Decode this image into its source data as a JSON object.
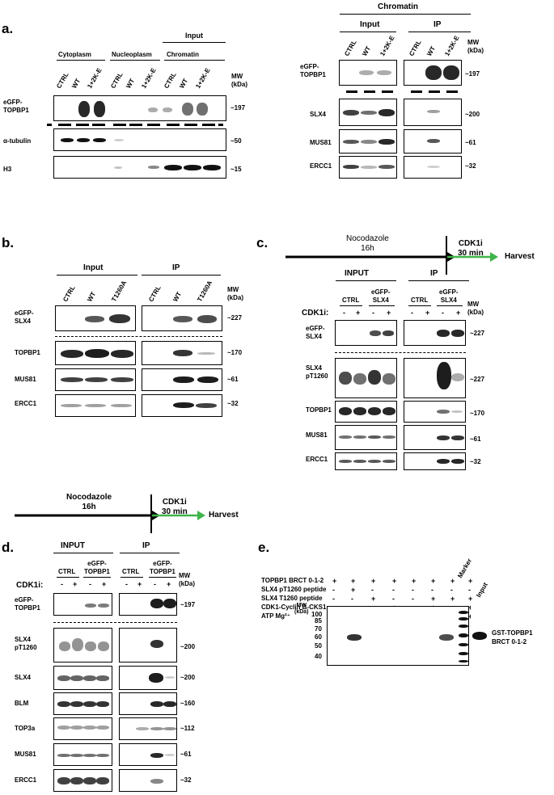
{
  "panels": [
    "a.",
    "b.",
    "c.",
    "d.",
    "e."
  ],
  "a_left": {
    "groups": [
      "Cytoplasm",
      "Nucleoplasm",
      "Chromatin"
    ],
    "input_header": "Input",
    "lanes": [
      "CTRL",
      "WT",
      "1+2K-E",
      "CTRL",
      "WT",
      "1+2K-E",
      "CTRL",
      "WT",
      "1+2K-E"
    ],
    "mw_header": "MW\n(kDa)",
    "blots": [
      {
        "label": "eGFP-\nTOPBP1",
        "mw": "~197"
      },
      {
        "label": "α-tubulin",
        "mw": "~50"
      },
      {
        "label": "H3",
        "mw": "~15"
      }
    ]
  },
  "a_right": {
    "chromatin_header": "Chromatin",
    "input_header": "Input",
    "ip_header": "IP",
    "lanes": [
      "CTRL",
      "WT",
      "1+2K-E"
    ],
    "mw_header": "MW\n(kDa)",
    "blots": [
      {
        "label": "eGFP-\nTOPBP1",
        "mw": "~197"
      },
      {
        "label": "SLX4",
        "mw": "~200"
      },
      {
        "label": "MUS81",
        "mw": "~61"
      },
      {
        "label": "ERCC1",
        "mw": "~32"
      }
    ]
  },
  "b": {
    "input_header": "Input",
    "ip_header": "IP",
    "lanes": [
      "CTRL",
      "WT",
      "T1260A"
    ],
    "mw_header": "MW\n(kDa)",
    "blots": [
      {
        "label": "eGFP-\nSLX4",
        "mw": "~227"
      },
      {
        "label": "TOPBP1",
        "mw": "~170"
      },
      {
        "label": "MUS81",
        "mw": "~61"
      },
      {
        "label": "ERCC1",
        "mw": "~32"
      }
    ]
  },
  "timeline": {
    "drug": "Nocodazole\n16h",
    "inhib": "CDK1i\n30 min",
    "end": "Harvest"
  },
  "c": {
    "input_header": "INPUT",
    "ip_header": "IP",
    "ctrl": "CTRL",
    "construct": "eGFP-\nSLX4",
    "treat_label": "CDK1i:",
    "signs": [
      "-",
      "+",
      "-",
      "+"
    ],
    "mw_header": "MW\n(kDa)",
    "blots": [
      {
        "label": "eGFP-\nSLX4",
        "mw": "~227"
      },
      {
        "label": "SLX4\npT1260",
        "mw": "~227"
      },
      {
        "label": "TOPBP1",
        "mw": "~170"
      },
      {
        "label": "MUS81",
        "mw": "~61"
      },
      {
        "label": "ERCC1",
        "mw": "~32"
      }
    ]
  },
  "d": {
    "input_header": "INPUT",
    "ip_header": "IP",
    "ctrl": "CTRL",
    "construct": "eGFP-\nTOPBP1",
    "treat_label": "CDK1i:",
    "signs": [
      "-",
      "+",
      "-",
      "+"
    ],
    "mw_header": "MW\n(kDa)",
    "blots": [
      {
        "label": "eGFP-\nTOPBP1",
        "mw": "~197"
      },
      {
        "label": "SLX4\npT1260",
        "mw": "~200"
      },
      {
        "label": "SLX4",
        "mw": "~200"
      },
      {
        "label": "BLM",
        "mw": "~160"
      },
      {
        "label": "TOP3a",
        "mw": "~112"
      },
      {
        "label": "MUS81",
        "mw": "~61"
      },
      {
        "label": "ERCC1",
        "mw": "~32"
      }
    ]
  },
  "e": {
    "rows": [
      {
        "label": "TOPBP1 BRCT 0-1-2",
        "signs": [
          "+",
          "+",
          "+",
          "+",
          "+",
          "+",
          "+",
          "+"
        ]
      },
      {
        "label": "SLX4 pT1260 peptide",
        "signs": [
          "-",
          "+",
          "-",
          "-",
          "-",
          "-",
          "-",
          "-"
        ]
      },
      {
        "label": "SLX4 T1260 peptide",
        "signs": [
          "-",
          "-",
          "+",
          "-",
          "-",
          "+",
          "+",
          "+"
        ]
      },
      {
        "label": "CDK1-Cyclin B-CKS1",
        "signs": [
          "-",
          "-",
          "-",
          "+",
          "-",
          "+",
          "-",
          "+"
        ]
      },
      {
        "label": "ATP Mg²⁺",
        "signs": [
          "-",
          "-",
          "-",
          "-",
          "+",
          "-",
          "+",
          "+"
        ]
      }
    ],
    "marker": "Marker",
    "input": "Input",
    "mw_header": "MW\n(kDa)",
    "mw_ticks": [
      "100",
      "85",
      "70",
      "60",
      "50",
      "40"
    ],
    "band_label": "GST-TOPBP1\nBRCT 0-1-2"
  }
}
